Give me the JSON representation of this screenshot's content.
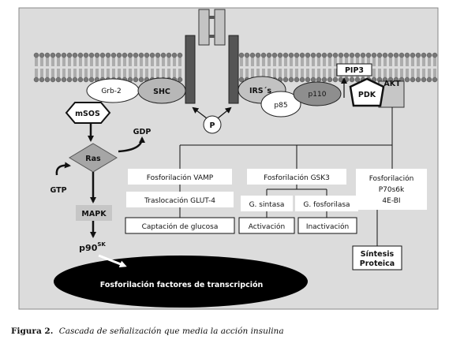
{
  "nodes": {
    "grb2": "Grb-2",
    "shc": "SHC",
    "msos": "mSOS",
    "gdp": "GDP",
    "ras": "Ras",
    "gtp": "GTP",
    "mapk": "MAPK",
    "p90_main": "p90",
    "p90_sup": "SK",
    "tf": "Fosforilación factores de transcripción",
    "p": "P",
    "irs": "IRS´s",
    "p85": "p85",
    "p110": "p110",
    "pip3": "PIP3",
    "pdk": "PDK",
    "akt": "AKT"
  },
  "boxes": {
    "vamp": "Fosforilación VAMP",
    "glut4": "Traslocación GLUT-4",
    "glucosa": "Captación de glucosa",
    "gsk3": "Fosforilación GSK3",
    "gsintasa": "G. sintasa",
    "gfosforilasa": "G. fosforilasa",
    "activacion": "Activación",
    "inactivacion": "Inactivación",
    "p70_line1": "Fosforilación",
    "p70_line2": "P70s6k",
    "p70_line3": "4E-BI",
    "sintesis_line1": "Síntesis",
    "sintesis_line2": "Proteica"
  },
  "caption": {
    "label": "Figura 2.",
    "text": "Cascada de señalización que media la acción insulina"
  }
}
